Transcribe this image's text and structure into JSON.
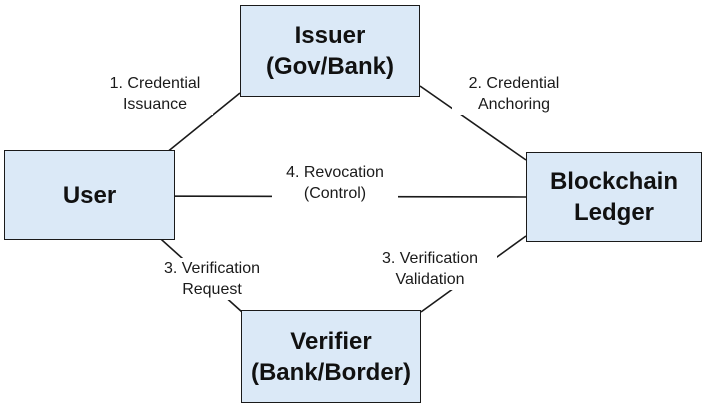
{
  "colors": {
    "node_fill": "#dbe9f7",
    "node_border": "#1a1a1a",
    "line": "#1a1a1a",
    "text": "#111111"
  },
  "nodes": {
    "issuer": {
      "line1": "Issuer",
      "line2": "(Gov/Bank)"
    },
    "user": {
      "line1": "User"
    },
    "blockchain": {
      "line1": "Blockchain",
      "line2": "Ledger"
    },
    "verifier": {
      "line1": "Verifier",
      "line2": "(Bank/Border)"
    }
  },
  "edges": {
    "issuance": {
      "line1": "1. Credential",
      "line2": "Issuance"
    },
    "anchoring": {
      "line1": "2. Credential",
      "line2": "Anchoring"
    },
    "revocation": {
      "line1": "4. Revocation",
      "line2": "(Control)"
    },
    "verification_request": {
      "line1": "3. Verification",
      "line2": "Request"
    },
    "verification_validation": {
      "line1": "3. Verification",
      "line2": "Validation"
    }
  }
}
